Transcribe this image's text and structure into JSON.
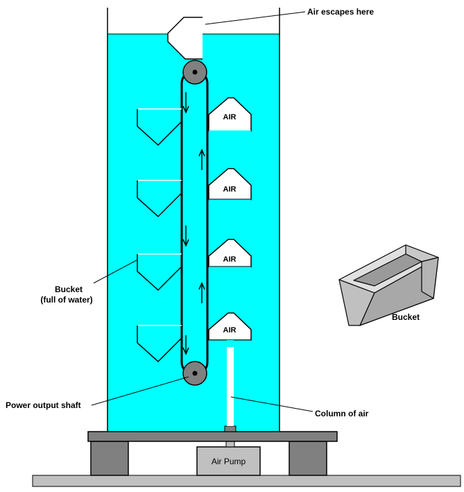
{
  "labels": {
    "air_escapes": "Air escapes here",
    "bucket_full_line1": "Bucket",
    "bucket_full_line2": "(full of water)",
    "power_shaft": "Power output shaft",
    "column_of_air": "Column of air",
    "bucket": "Bucket",
    "air_pump": "Air Pump"
  },
  "air_buckets": [
    {
      "label": "AIR"
    },
    {
      "label": "AIR"
    },
    {
      "label": "AIR"
    },
    {
      "label": "AIR"
    }
  ],
  "colors": {
    "water": "#00ffff",
    "belt": "#00ffff",
    "pulley": "#808080",
    "base": "#808080",
    "bucket_3d": "#c0c0c0",
    "outline": "#000000"
  }
}
